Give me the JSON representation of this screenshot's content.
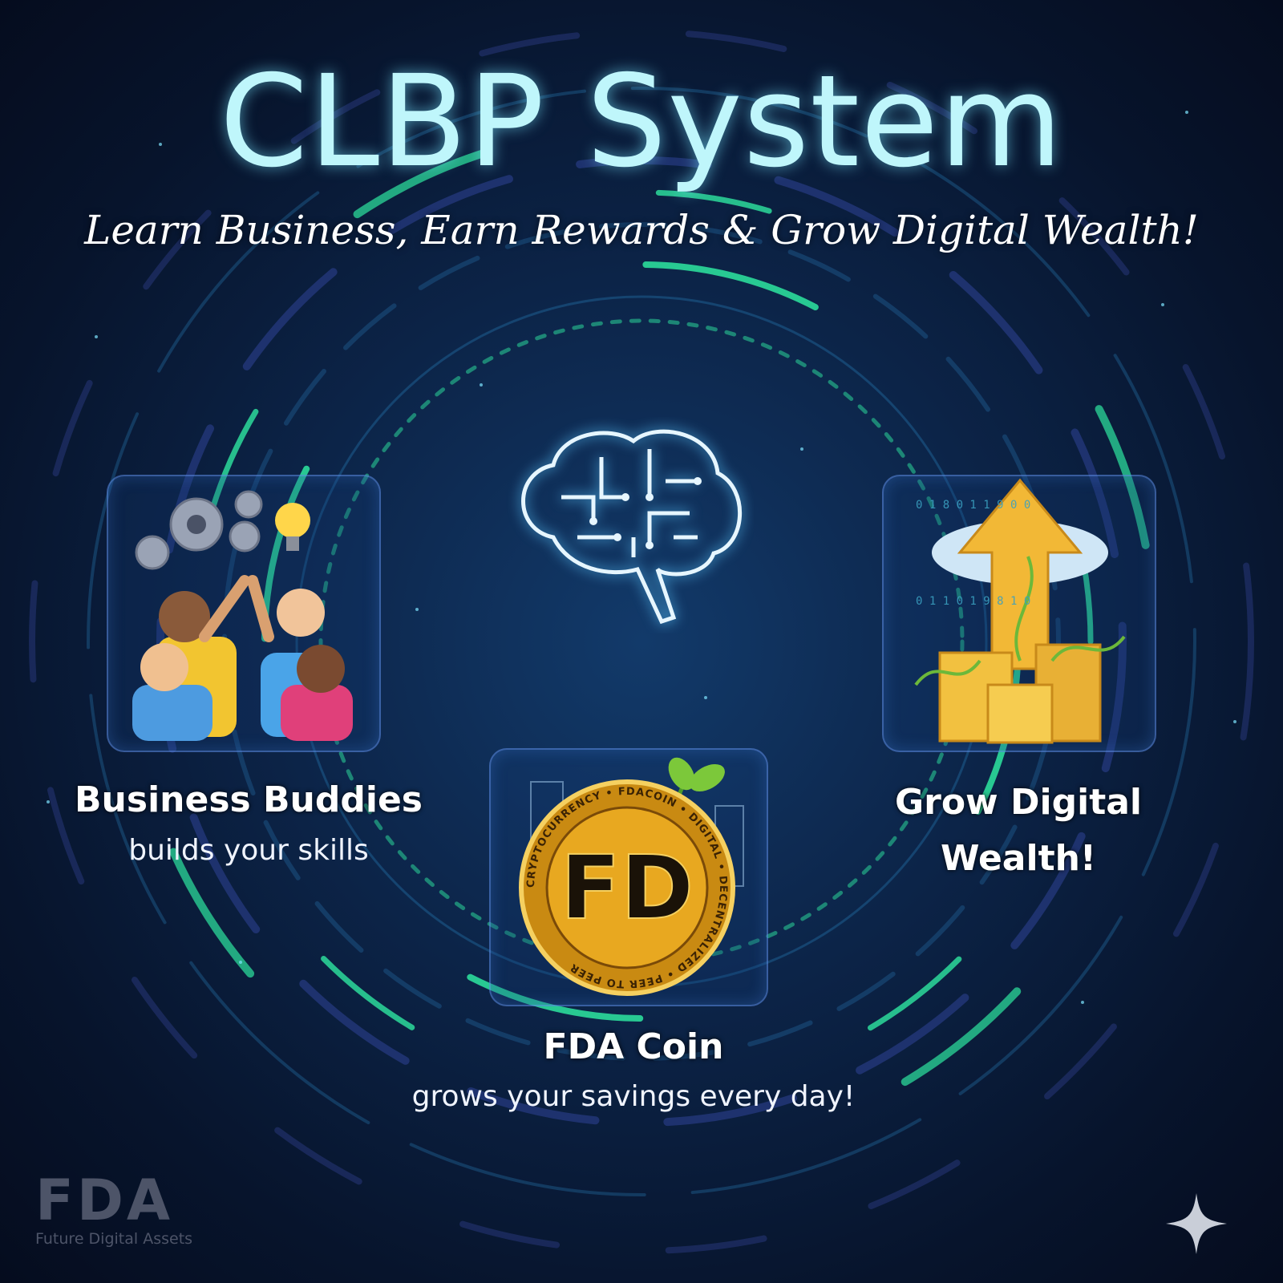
{
  "header": {
    "title": "CLBP System",
    "subtitle": "Learn Business, Earn Rewards & Grow Digital Wealth!"
  },
  "features": [
    {
      "title": "Business Buddies",
      "description": "builds your skills",
      "icon": "team-high-five-gears-bulb-icon"
    },
    {
      "title": "FDA Coin",
      "description": "grows your savings every day!",
      "icon": "fda-coin-icon"
    },
    {
      "title_line1": "Grow Digital",
      "title_line2": "Wealth!",
      "icon": "growth-arrow-icon"
    }
  ],
  "coin": {
    "monogram": "FD",
    "ring_text": "CRYPTOCURRENCY • FDACOIN • DIGITAL • DECENTRALIZED • PEER TO PEER"
  },
  "logo": {
    "name": "FDA",
    "tagline": "Future Digital Assets"
  },
  "colors": {
    "title": "#bff6fb",
    "accent": "#2ee6a0",
    "background": "#0c2448",
    "gold": "#e8a820"
  }
}
